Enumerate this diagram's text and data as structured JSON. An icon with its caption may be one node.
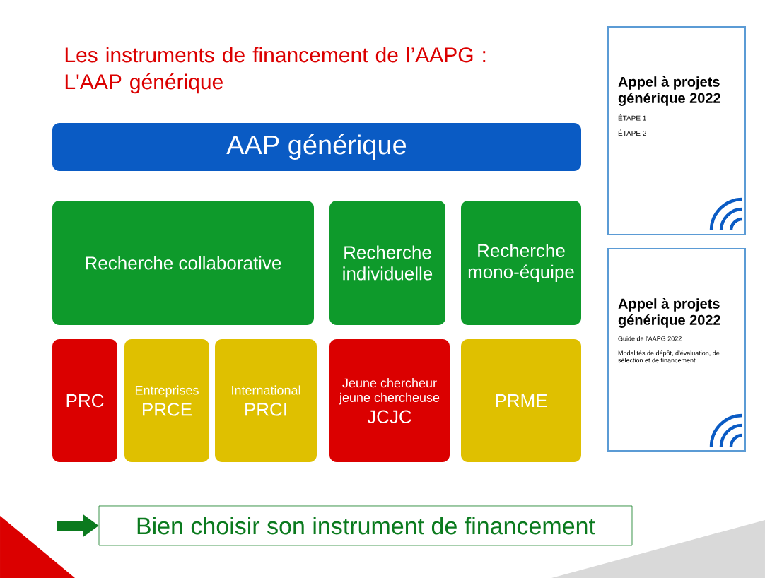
{
  "diagram": {
    "title": "Les instruments de financement de l’AAPG : L'AAP générique",
    "nodes": [
      {
        "text": [
          "AAP générique"
        ]
      },
      {
        "text": [
          "Recherche collaborative"
        ]
      },
      {
        "text": [
          "Recherche individuelle"
        ]
      },
      {
        "text": [
          "Recherche mono-équipe"
        ]
      },
      {
        "text": [
          "PRC"
        ]
      },
      {
        "text": [
          "Entreprises",
          "PRCE"
        ]
      },
      {
        "text": [
          "International",
          "PRCI"
        ]
      },
      {
        "text": [
          "Jeune chercheur jeune chercheuse",
          "JCJC"
        ]
      },
      {
        "text": [
          "PRME"
        ]
      },
      {
        "text": [
          "Bien choisir son instrument de financement"
        ]
      },
      {
        "text": [
          "Appel à projets générique 2022",
          "ÉTAPE 1",
          "ÉTAPE 2"
        ]
      },
      {
        "text": [
          "Appel à projets générique 2022",
          "Guide de l'AAPG 2022",
          "Modalités de dépôt, d'évaluation, de sélection et de financement"
        ]
      }
    ],
    "edges": [
      {
        "from": null,
        "to": 9,
        "arrow": "to"
      }
    ]
  }
}
